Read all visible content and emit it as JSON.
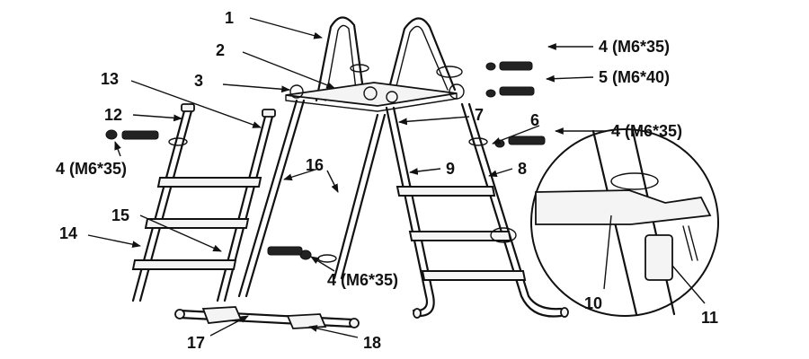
{
  "labels": {
    "l1": "1",
    "l2": "2",
    "l3": "3",
    "l4a": "4 (M6*35)",
    "l5": "5 (M6*40)",
    "l6": "6",
    "l4b": "4 (M6*35)",
    "l7": "7",
    "l8": "8",
    "l9": "9",
    "l10": "10",
    "l11": "11",
    "l12": "12",
    "l13": "13",
    "l4c": "4 (M6*35)",
    "l14": "14",
    "l15": "15",
    "l16": "16",
    "l4d": "4 (M6*35)",
    "l17": "17",
    "l18": "18"
  }
}
